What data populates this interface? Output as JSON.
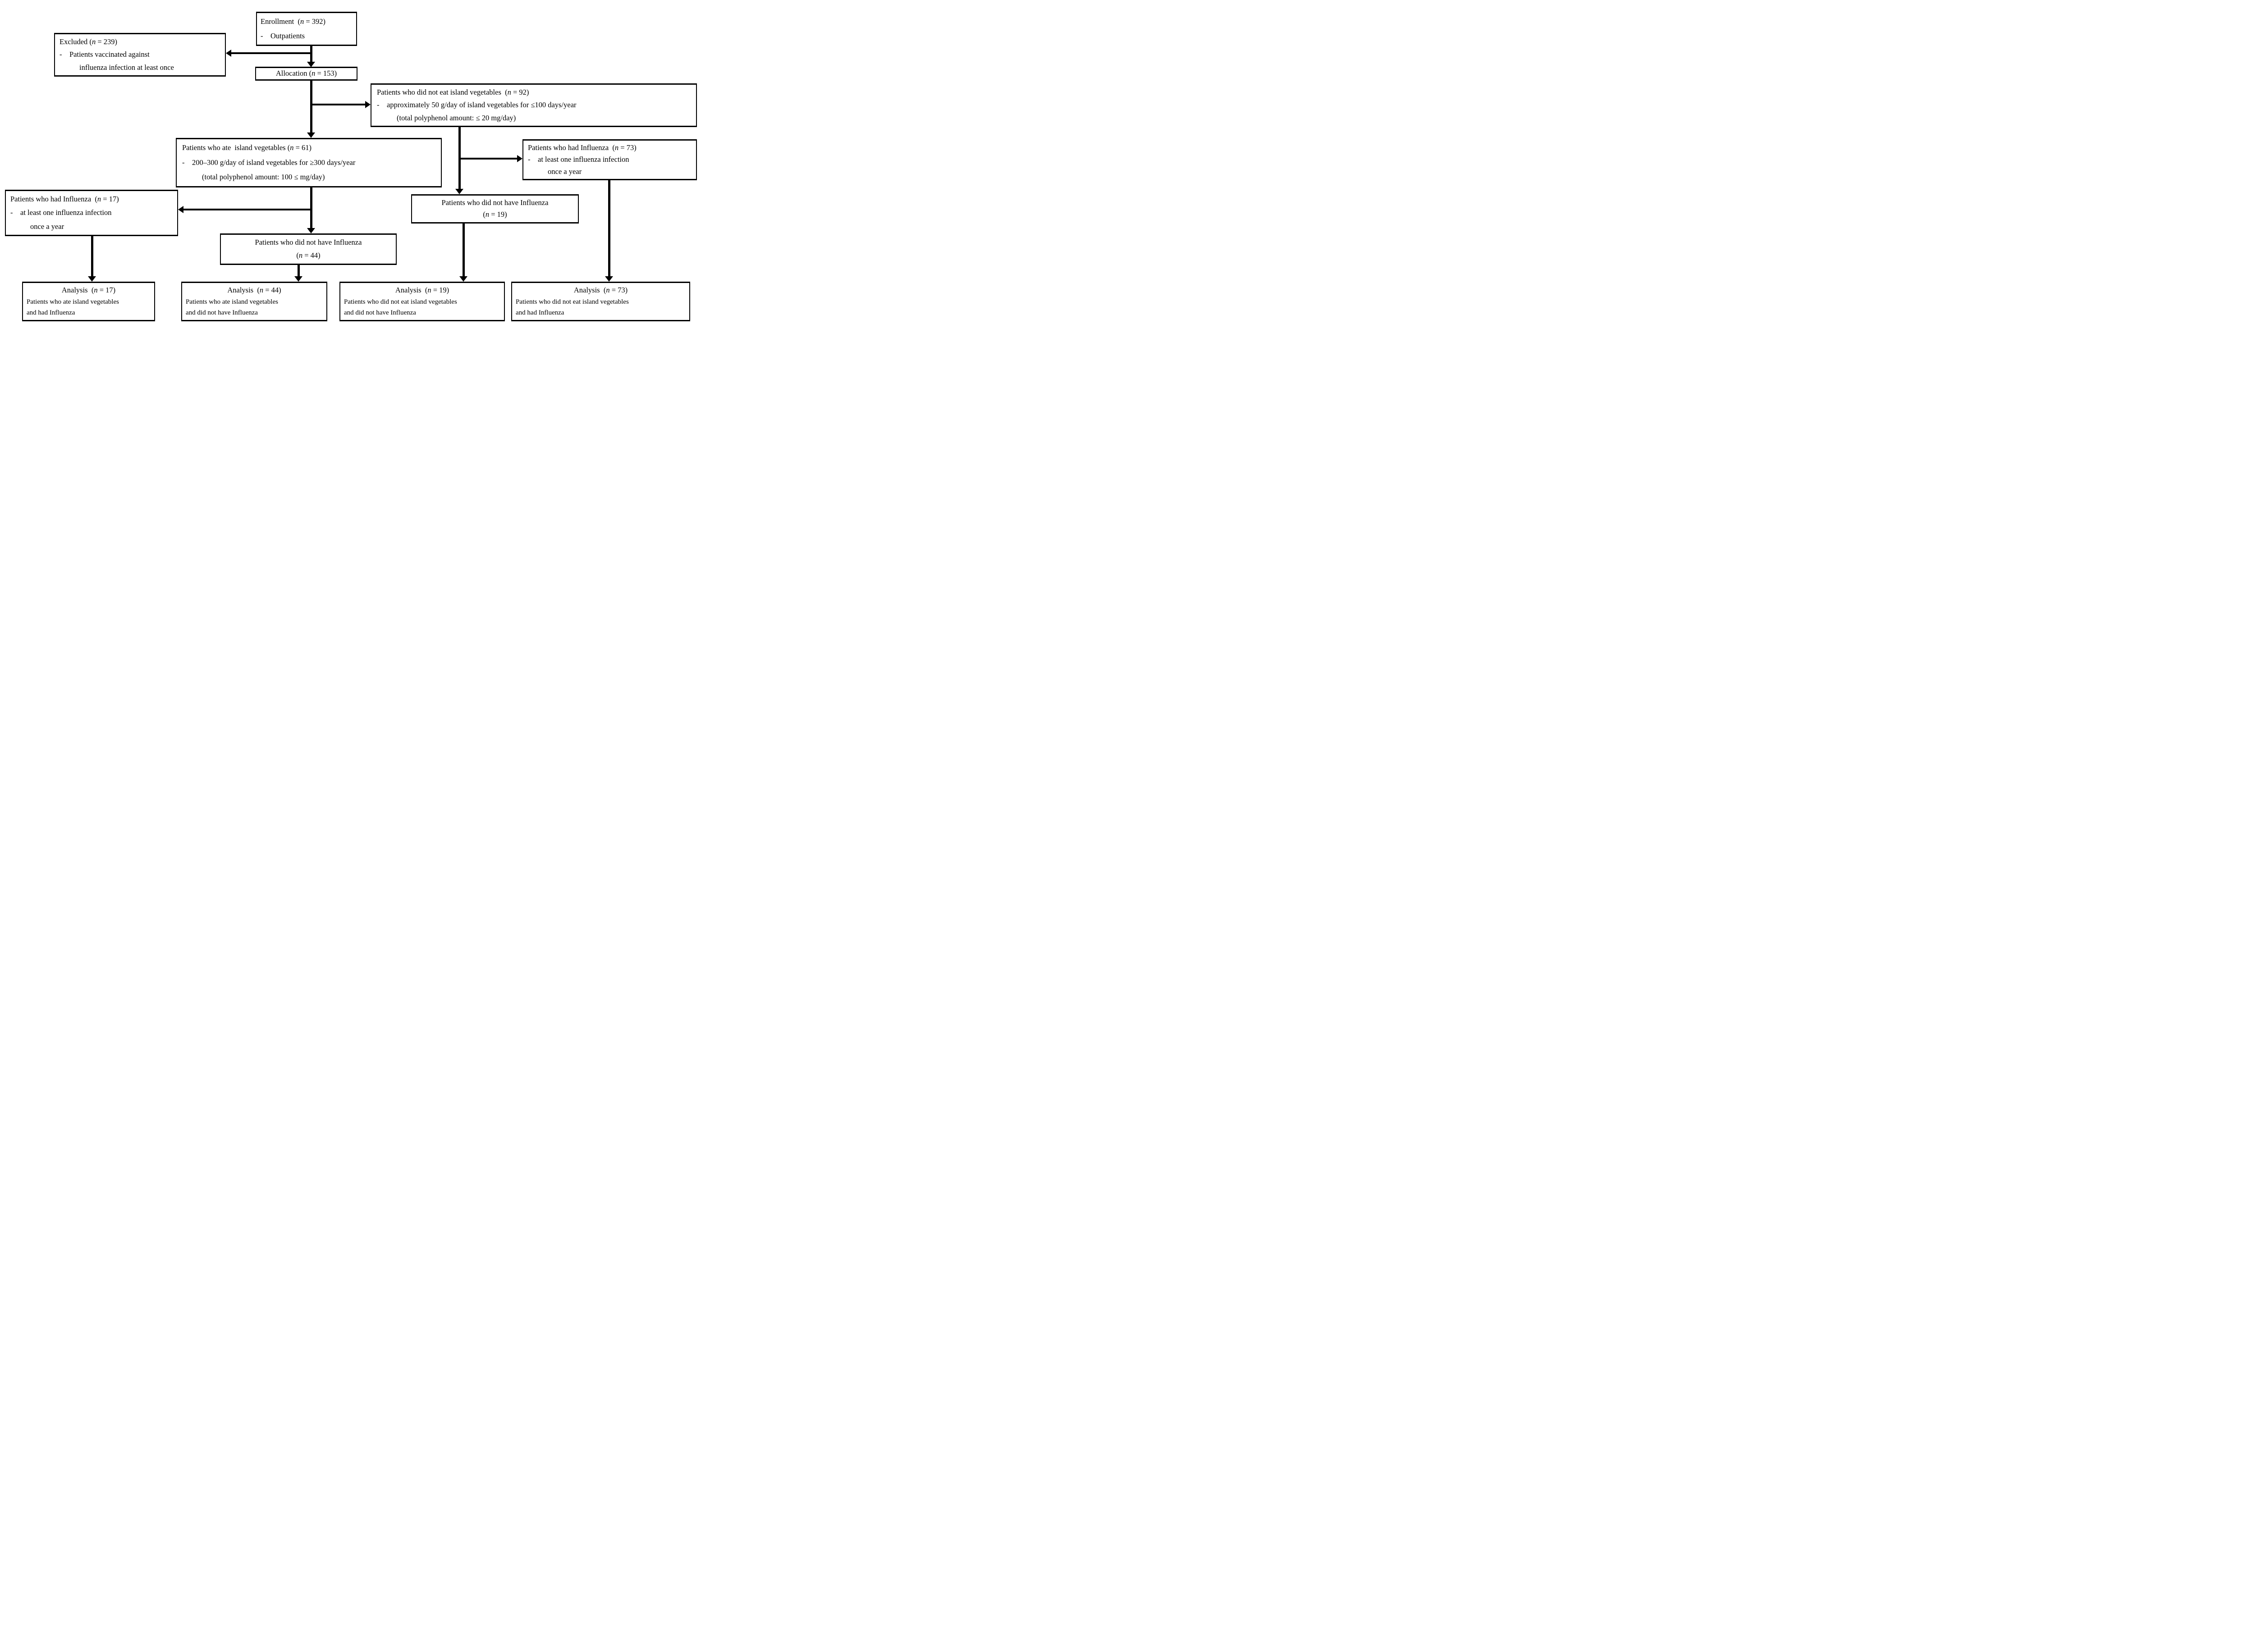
{
  "figure": {
    "background_color": "#ffffff",
    "line_color": "#000000",
    "glyphs": {
      "dash": "-"
    }
  },
  "boxes": {
    "enrollment": {
      "title": "Enrollment  (n = 392)",
      "bullet": "Outpatients"
    },
    "excluded": {
      "title": "Excluded (n = 239)",
      "bullet": "Patients vaccinated against",
      "cont": "influenza infection at least once"
    },
    "allocation": {
      "title": "Allocation (n = 153)"
    },
    "did_not_eat": {
      "title": "Patients who did not eat island vegetables  (n = 92)",
      "bullet": "approximately 50 g/day of island vegetables for ≤100 days/year",
      "cont": "(total polyphenol amount: ≤ 20 mg/day)"
    },
    "ate": {
      "title": "Patients who ate  island vegetables (n = 61)",
      "bullet": "200–300 g/day of island vegetables for ≥300  days/year",
      "cont": "(total polyphenol amount: 100 ≤ mg/day)"
    },
    "had_flu_73": {
      "title": "Patients who had Influenza  (n = 73)",
      "bullet": "at least one influenza  infection",
      "cont": "once a  year"
    },
    "had_flu_17": {
      "title": "Patients who had Influenza  (n = 17)",
      "bullet": "at least one influenza  infection",
      "cont": "once a  year"
    },
    "no_flu_19": {
      "line1": "Patients who did not have Influenza",
      "line2": "(n = 19)"
    },
    "no_flu_44": {
      "line1": "Patients who did not have Influenza",
      "line2": "(n = 44)"
    },
    "analysis_17": {
      "title": "Analysis  (n = 17)",
      "line1": "Patients  who ate  island vegetables",
      "line2": "and had Influenza"
    },
    "analysis_44": {
      "title": "Analysis  (n = 44)",
      "line1": "Patients  who ate  island vegetables",
      "line2": "and did not have Influenza"
    },
    "analysis_19": {
      "title": "Analysis  (n = 19)",
      "line1": "Patients  who did not eat  island vegetables",
      "line2": "and did not have Influenza"
    },
    "analysis_73": {
      "title": "Analysis  (n = 73)",
      "line1": "Patients  who did not eat  island vegetables",
      "line2": "and had Influenza"
    }
  }
}
